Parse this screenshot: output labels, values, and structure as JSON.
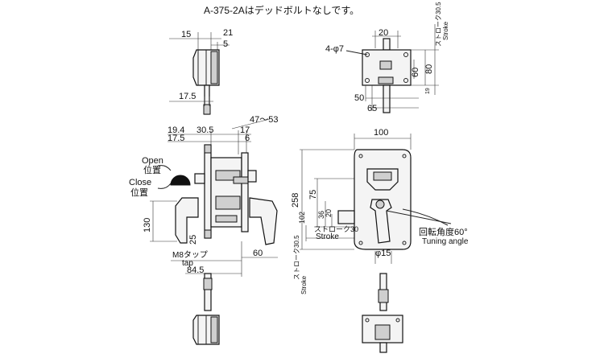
{
  "title": "A-375-2Aはデッドボルトなしです。",
  "top_left": {
    "dim_15": "15",
    "dim_21": "21",
    "dim_5": "5",
    "dim_17_5": "17.5"
  },
  "top_right": {
    "dim_20": "20",
    "hole_label": "4-φ7",
    "dim_60": "60",
    "dim_80": "80",
    "dim_19": "19",
    "dim_50": "50",
    "dim_65": "65",
    "stroke_jp": "ストローク30.5",
    "stroke_en": "Stroke"
  },
  "side_view": {
    "dim_47_53": "47～53",
    "dim_19_4": "19.4",
    "dim_30_5": "30.5",
    "dim_17": "17",
    "dim_17_5": "17.5",
    "dim_6": "6",
    "open_en": "Open",
    "open_jp": "位置",
    "close_en": "Close",
    "close_jp": "位置",
    "dim_130": "130",
    "dim_25": "25",
    "m8_jp": "M8タップ",
    "m8_en": "tap",
    "dim_60": "60",
    "dim_84_5": "84.5",
    "stroke_jp": "ストローク30.5",
    "stroke_en": "Stroke"
  },
  "front_view": {
    "dim_100": "100",
    "dim_258": "258",
    "dim_75": "75",
    "dim_36": "36",
    "dim_20": "20",
    "dim_102": "102",
    "stroke30_jp": "ストローク30",
    "stroke30_en": "Stroke",
    "tuning_jp": "回転角度60°",
    "tuning_en": "Tuning angle",
    "phi15": "φ15"
  }
}
